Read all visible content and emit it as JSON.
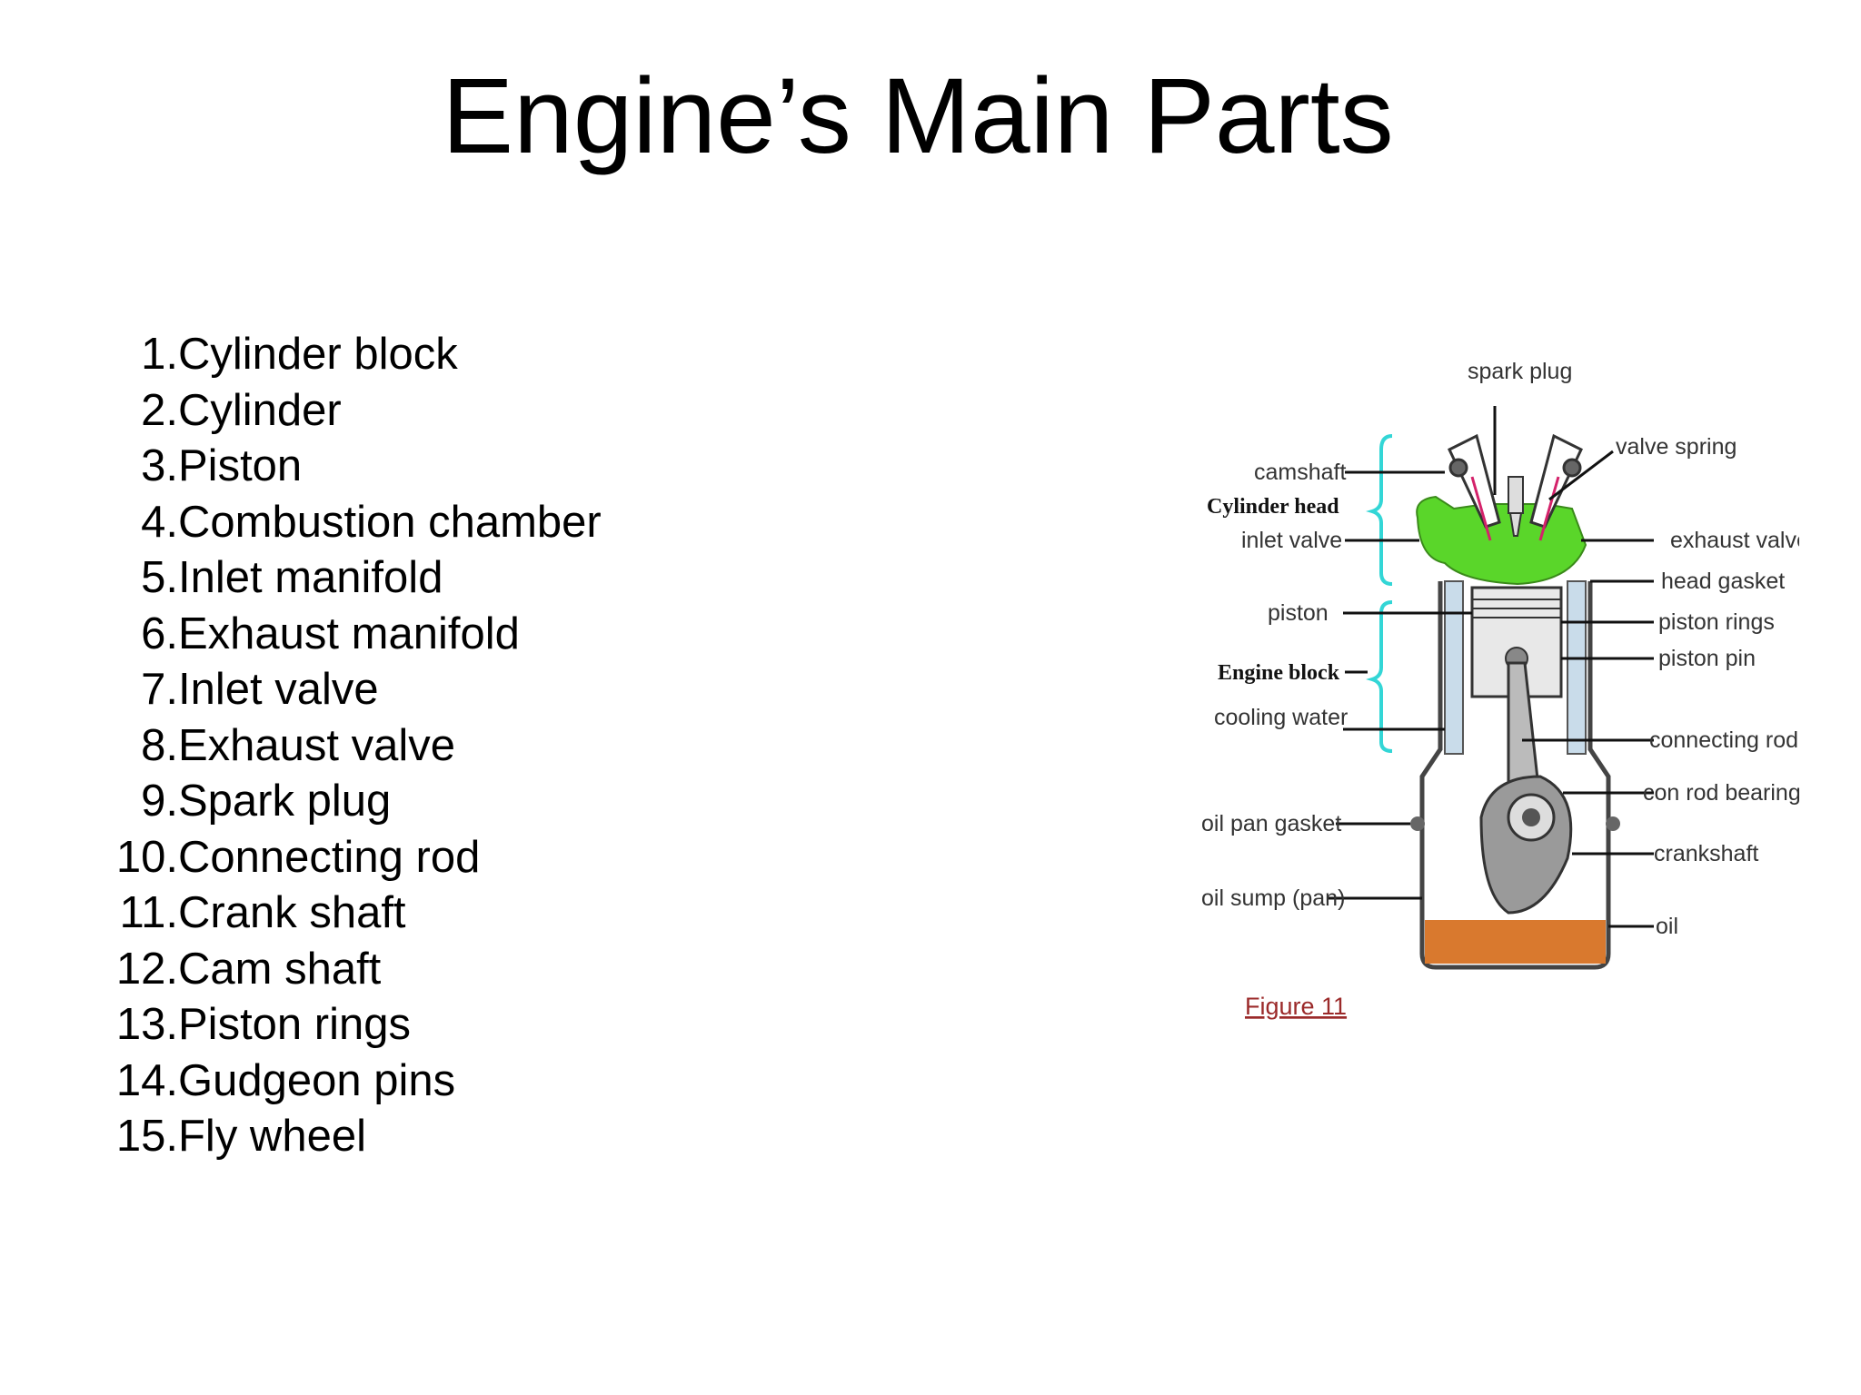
{
  "title": "Engine’s Main Parts",
  "parts": [
    {
      "num": "1.",
      "name": "Cylinder block"
    },
    {
      "num": "2.",
      "name": "Cylinder"
    },
    {
      "num": "3.",
      "name": "Piston"
    },
    {
      "num": "4.",
      "name": "Combustion chamber"
    },
    {
      "num": "5.",
      "name": "Inlet manifold"
    },
    {
      "num": "6.",
      "name": "Exhaust manifold"
    },
    {
      "num": "7.",
      "name": "Inlet valve"
    },
    {
      "num": "8.",
      "name": "Exhaust valve"
    },
    {
      "num": "9.",
      "name": "Spark plug"
    },
    {
      "num": "10.",
      "name": "Connecting rod"
    },
    {
      "num": "11.",
      "name": "Crank shaft"
    },
    {
      "num": "12.",
      "name": "Cam shaft"
    },
    {
      "num": "13.",
      "name": "Piston rings"
    },
    {
      "num": "14.",
      "name": "Gudgeon pins"
    },
    {
      "num": "15.",
      "name": "Fly wheel"
    }
  ],
  "diagram": {
    "labels": {
      "spark_plug": "spark plug",
      "valve_spring": "valve spring",
      "camshaft": "camshaft",
      "cylinder_head": "Cylinder head",
      "inlet_valve": "inlet valve",
      "exhaust_valve": "exhaust valve",
      "head_gasket": "head gasket",
      "piston": "piston",
      "piston_rings": "piston rings",
      "piston_pin": "piston pin",
      "engine_block": "Engine block",
      "cooling_water": "cooling water",
      "connecting_rod": "connecting rod",
      "con_rod_bearing": "con rod bearing",
      "oil_pan_gasket": "oil pan gasket",
      "crankshaft": "crankshaft",
      "oil_sump": "oil sump (pan)",
      "oil": "oil"
    },
    "caption": "Figure 11",
    "colors": {
      "cylinder_head": "#5ad62a",
      "oil": "#d9792e",
      "brace": "#33d6d6",
      "cooling_water": "#c9dcea",
      "valve_stem": "#d4226a"
    }
  }
}
